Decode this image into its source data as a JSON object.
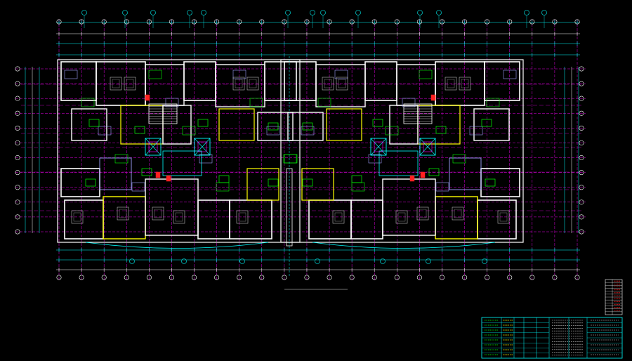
{
  "drawing": {
    "plan_title": "",
    "scale_note": ""
  },
  "grid": {
    "top_markers": 24,
    "bottom_markers": 24,
    "side_markers": 12
  },
  "colors": {
    "background": "#000000",
    "wall": "#ffffff",
    "axis": "#ff00ff",
    "dimension": "#00ffff",
    "fixture": "#00ff00",
    "furniture": "#ffff00",
    "column": "#ff2020",
    "door": "#a0a0ff",
    "annotation": "#ff8040"
  },
  "icons": [
    "grid-bubble-icon",
    "stair-icon",
    "elevator-icon",
    "column-icon"
  ],
  "title_block": {
    "rows": 8,
    "revision_rows": 12
  }
}
